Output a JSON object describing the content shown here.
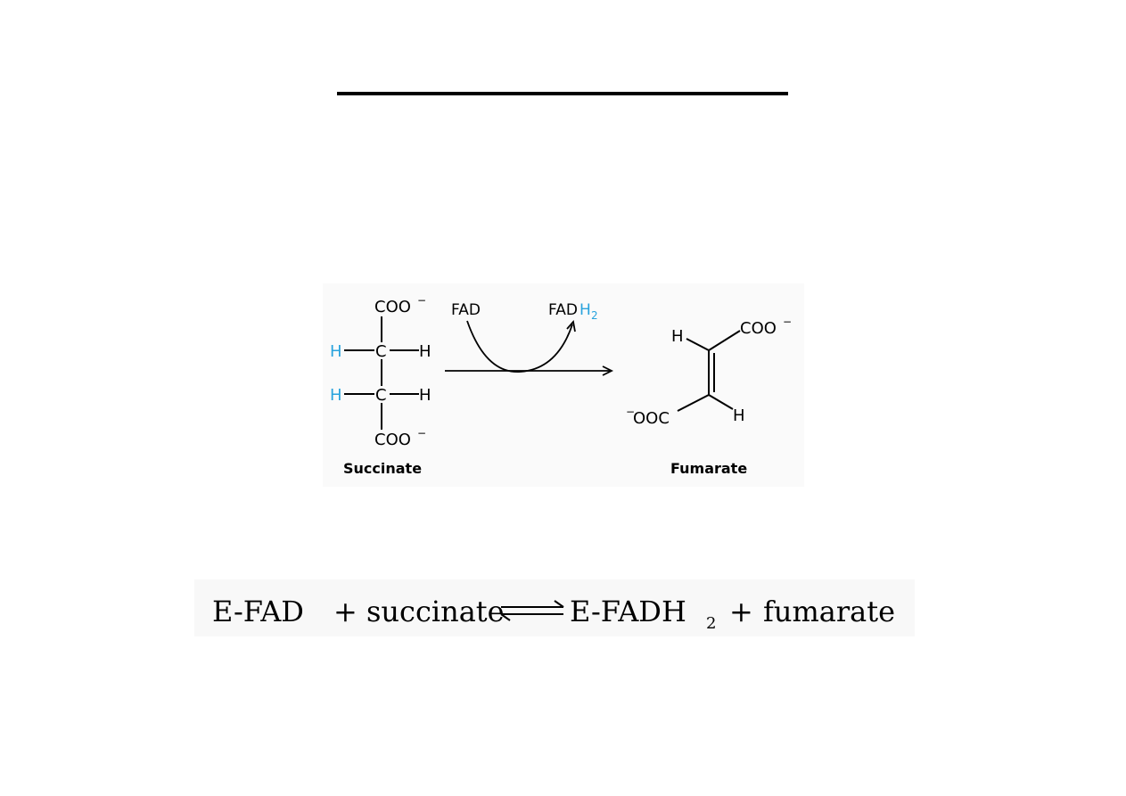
{
  "colors": {
    "highlight": "#29a3dd",
    "ink": "#000000"
  },
  "succinate": {
    "top_group": "COO",
    "bottom_group": "COO",
    "charge": "−",
    "carbon": "C",
    "hydrogen": "H",
    "name": "Succinate"
  },
  "cofactor": {
    "reactant": "FAD",
    "product_base": "FAD",
    "product_h": "H",
    "product_sub": "2"
  },
  "fumarate": {
    "top_group": "COO",
    "bottom_group": "OOC",
    "charge": "−",
    "hydrogen": "H",
    "name": "Fumarate"
  },
  "equation": {
    "left_enzyme": "E-FAD",
    "plus": "+",
    "left_substrate": "succinate",
    "right_enzyme": "E-FADH",
    "right_sub": "2",
    "right_product": "fumarate"
  }
}
